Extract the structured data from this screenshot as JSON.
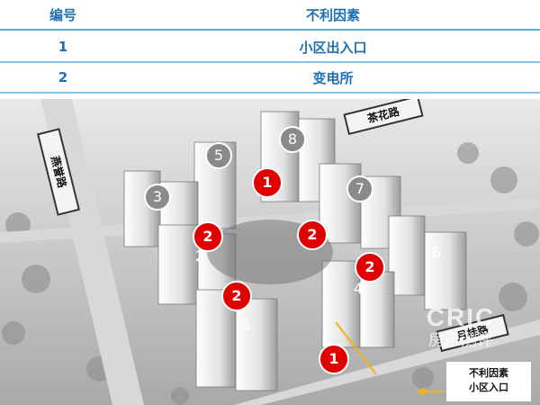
{
  "table": {
    "header": {
      "no": "编号",
      "factor": "不利因素"
    },
    "rows": [
      {
        "no": "1",
        "factor": "小区出入口"
      },
      {
        "no": "2",
        "factor": "变电所"
      }
    ]
  },
  "map": {
    "roads": {
      "top": "茶花路",
      "left": "燕誉路",
      "bottom": "月桂路"
    },
    "buildings": [
      "1",
      "2",
      "3",
      "4",
      "5",
      "6",
      "7",
      "8"
    ],
    "markers": {
      "entrance": "1",
      "substation": "2"
    },
    "legend": {
      "line1": "不利因素",
      "line2": "小区入口"
    },
    "watermark": {
      "line1": "CRIC",
      "line2": "房产测评"
    }
  },
  "colors": {
    "table_text": "#1f6fb2",
    "table_rule": "#7fc6e8",
    "marker": "#e00000",
    "arrow": "#f2b318"
  }
}
